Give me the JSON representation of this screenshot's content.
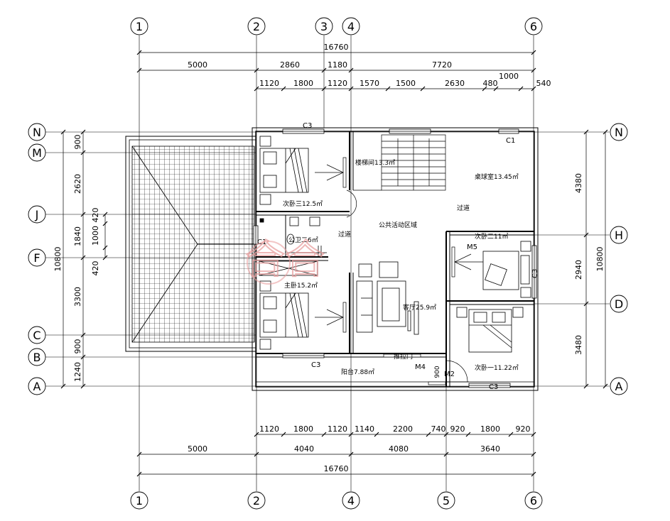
{
  "axes": {
    "top": [
      "1",
      "2",
      "3",
      "4",
      "6"
    ],
    "bottom": [
      "1",
      "2",
      "4",
      "5",
      "6"
    ],
    "left": [
      "N",
      "M",
      "J",
      "F",
      "C",
      "B",
      "A"
    ],
    "right": [
      "N",
      "H",
      "D",
      "A"
    ]
  },
  "dimensions": {
    "top_total": "16760",
    "top_row1": [
      "5000",
      "2860",
      "1180",
      "7720"
    ],
    "top_row2": [
      "1120",
      "1800",
      "1120",
      "1570",
      "1500",
      "2630",
      "480",
      "1000",
      "540"
    ],
    "bottom_row1": [
      "1120",
      "1800",
      "1120",
      "1140",
      "2200",
      "740",
      "920",
      "1800",
      "920"
    ],
    "bottom_row2": [
      "5000",
      "4040",
      "4080",
      "3640"
    ],
    "bottom_total": "16760",
    "left_total": "10800",
    "left_row": [
      "900",
      "2620",
      "1840",
      "3300",
      "900",
      "1240"
    ],
    "left_inner": [
      "420",
      "1000",
      "420"
    ],
    "right_total": "10800",
    "right_row": [
      "4380",
      "2940",
      "3480"
    ],
    "misc": [
      "900"
    ]
  },
  "windows": [
    "C3",
    "C1",
    "C1",
    "C3",
    "C3",
    "C3"
  ],
  "doors": [
    "M5",
    "M4",
    "M2"
  ],
  "rooms": {
    "bedroom3": "次卧三12.5㎡",
    "stair": "楼梯间13.3㎡",
    "billiard": "桌球室13.45㎡",
    "corridor1": "过道",
    "corridor2": "过道",
    "public_area": "公共活动区域",
    "bath": "公卫二6㎡",
    "bedroom2": "次卧二11㎡",
    "master": "主卧15.2㎡",
    "living": "客厅25.9㎡",
    "bedroom1": "次卧一11.22㎡",
    "balcony": "阳台7.88㎡",
    "sliding_door": "推拉门"
  },
  "watermark": "合合"
}
